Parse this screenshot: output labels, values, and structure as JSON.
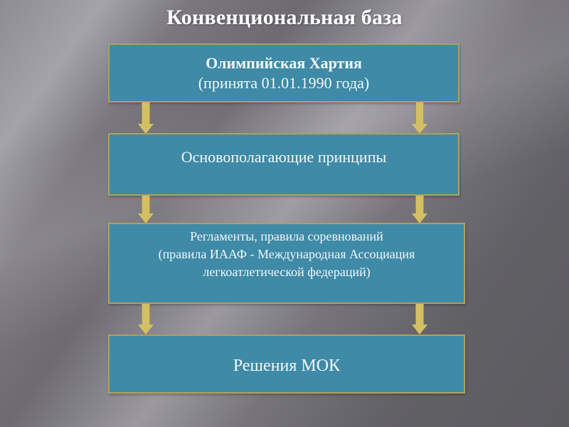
{
  "slide": {
    "title": "Конвенциональная база",
    "colors": {
      "box_fill": "#3e8aa7",
      "box_border": "#b3a05a",
      "arrow": "#d4c064",
      "text": "#ffffff"
    },
    "boxes": [
      {
        "id": "olympic-charter",
        "title": "Олимпийская Хартия",
        "subtitle": "(принята 01.01.1990 года)"
      },
      {
        "id": "fundamental-principles",
        "title": "Основополагающие принципы"
      },
      {
        "id": "regulations",
        "lines": [
          "Регламенты, правила соревнований",
          "(правила ИААФ - Международная Ассоциация",
          "легкоатлетической федераций)"
        ]
      },
      {
        "id": "ioc-decisions",
        "title": "Решения МОК"
      }
    ],
    "connectors": [
      {
        "from": "olympic-charter",
        "to": "fundamental-principles",
        "count": 2,
        "icon": "arrow-down-icon"
      },
      {
        "from": "fundamental-principles",
        "to": "regulations",
        "count": 2,
        "icon": "arrow-down-icon"
      },
      {
        "from": "regulations",
        "to": "ioc-decisions",
        "count": 2,
        "icon": "arrow-down-icon"
      }
    ]
  }
}
